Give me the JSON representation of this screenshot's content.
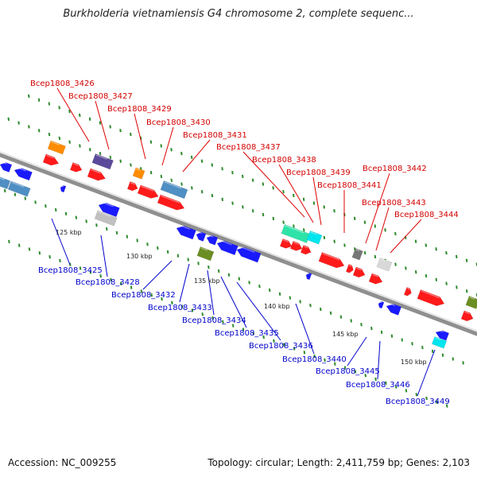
{
  "title": "Burkholderia vietnamiensis G4 chromosome 2, complete sequenc...",
  "footer": {
    "accession": "Accession: NC_009255",
    "stats": "Topology: circular; Length: 2,411,759 bp; Genes: 2,103"
  },
  "colors": {
    "forward_label": "#d40000",
    "reverse_label": "#0000cc",
    "backbone": "#8f8f8f",
    "tick_mark": "#2e8b2e",
    "leader_forward": "#dd0000",
    "leader_reverse": "#0000cc"
  },
  "ticks": [
    "125 kbp",
    "130 kbp",
    "135 kbp",
    "140 kbp",
    "145 kbp",
    "150 kbp"
  ],
  "forward_genes": [
    {
      "label": "Bcep1808_3426",
      "color": "#ff1a1a"
    },
    {
      "label": "Bcep1808_3427",
      "color": "#ff1a1a"
    },
    {
      "label": "Bcep1808_3429",
      "color": "#ff8c00"
    },
    {
      "label": "Bcep1808_3430",
      "color": "#ff1a1a"
    },
    {
      "label": "Bcep1808_3431",
      "color": "#4f8fc4"
    },
    {
      "label": "Bcep1808_3437",
      "color": "#2fe3a8"
    },
    {
      "label": "Bcep1808_3438",
      "color": "#00e5ee"
    },
    {
      "label": "Bcep1808_3439",
      "color": "#ff1a1a"
    },
    {
      "label": "Bcep1808_3441",
      "color": "#ff1a1a"
    },
    {
      "label": "Bcep1808_3442",
      "color": "#777777"
    },
    {
      "label": "Bcep1808_3443",
      "color": "#ff1a1a"
    },
    {
      "label": "Bcep1808_3444",
      "color": "#d8d8d8"
    }
  ],
  "reverse_genes": [
    {
      "label": "Bcep1808_3425",
      "color": "#1a1aff"
    },
    {
      "label": "Bcep1808_3428",
      "color": "#c0c0c0"
    },
    {
      "label": "Bcep1808_3432",
      "color": "#1a1aff"
    },
    {
      "label": "Bcep1808_3433",
      "color": "#6b8e23"
    },
    {
      "label": "Bcep1808_3434",
      "color": "#1a1aff"
    },
    {
      "label": "Bcep1808_3435",
      "color": "#1a1aff"
    },
    {
      "label": "Bcep1808_3436",
      "color": "#1a1aff"
    },
    {
      "label": "Bcep1808_3440",
      "color": "#1a1aff"
    },
    {
      "label": "Bcep1808_3445",
      "color": "#1a1aff"
    },
    {
      "label": "Bcep1808_3446",
      "color": "#1a1aff"
    },
    {
      "label": "Bcep1808_3449",
      "color": "#00e5ee"
    }
  ]
}
